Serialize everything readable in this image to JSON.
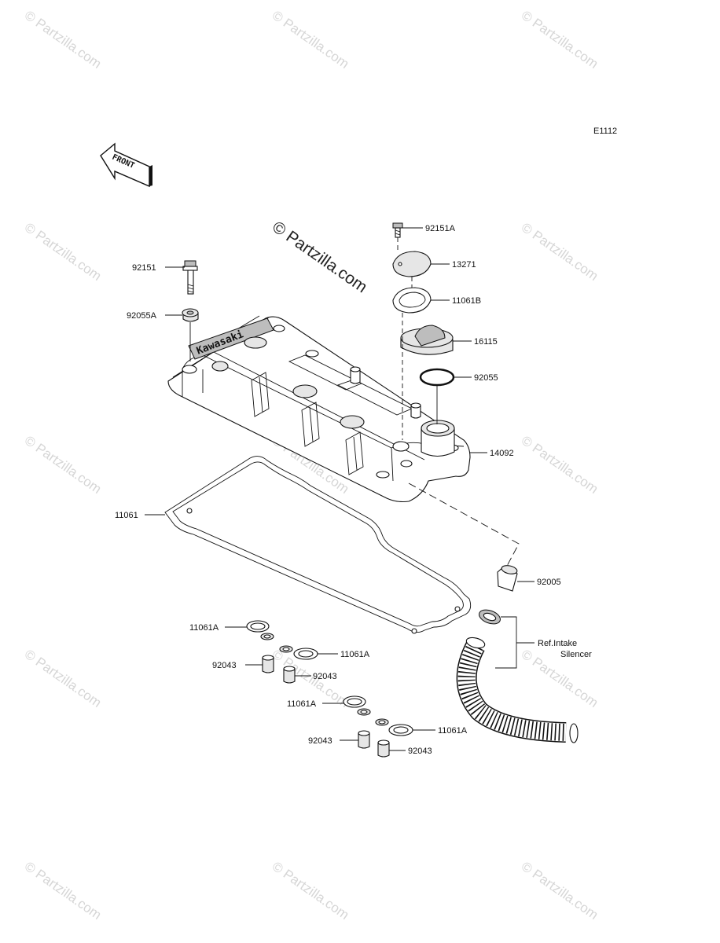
{
  "diagram": {
    "code": "E1112",
    "front_label": "FRONT",
    "watermark": "© Partzilla.com",
    "cover_logo": "Kawasaki",
    "ref_note": [
      "Ref.Intake",
      "Silencer"
    ],
    "parts": [
      {
        "id": "92151A"
      },
      {
        "id": "13271"
      },
      {
        "id": "11061B"
      },
      {
        "id": "16115"
      },
      {
        "id": "92055"
      },
      {
        "id": "14092"
      },
      {
        "id": "92151"
      },
      {
        "id": "92055A"
      },
      {
        "id": "11061"
      },
      {
        "id": "92005"
      },
      {
        "id": "11061A"
      },
      {
        "id": "92043"
      },
      {
        "id": "11061A"
      },
      {
        "id": "92043"
      },
      {
        "id": "11061A"
      },
      {
        "id": "92043"
      },
      {
        "id": "11061A"
      },
      {
        "id": "92043"
      }
    ]
  }
}
